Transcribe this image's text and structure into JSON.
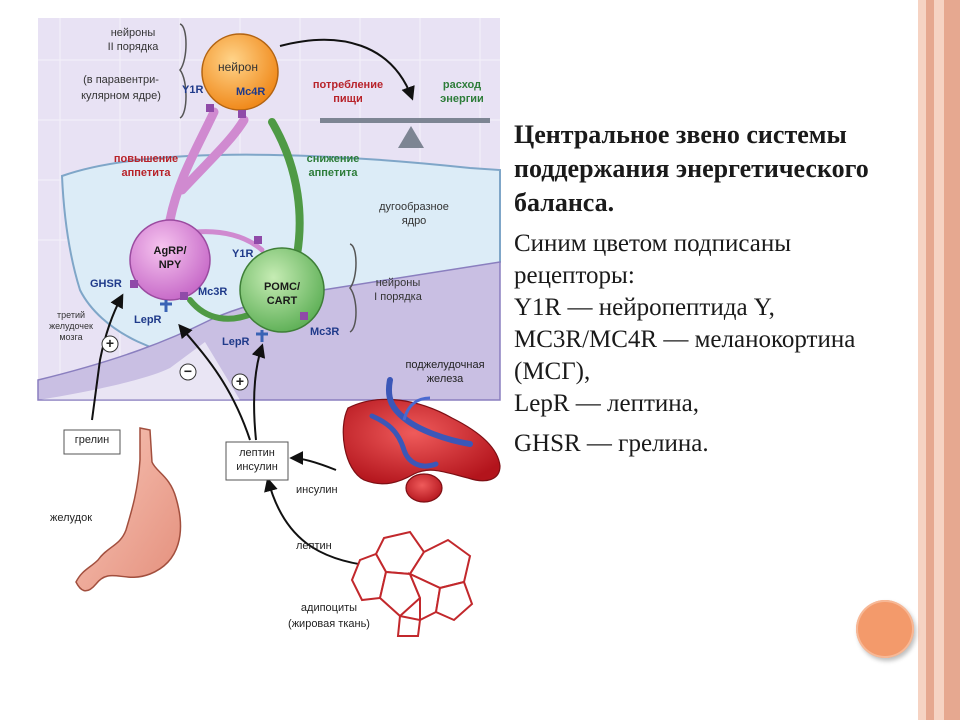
{
  "colors": {
    "stripe_dark": "#e6a890",
    "stripe_light": "#f6d3c3",
    "accent_circle": "#f39a6b",
    "diagram_bg": "#e8e2f4",
    "nucleus_fill": "#dcecf7",
    "label_red": "#b8232a",
    "label_green": "#2e7d3a",
    "label_blue": "#1f3a8a"
  },
  "slide": {
    "heading": "Центральное звено системы поддержания энергетического баланса.",
    "intro": "Синим цветом подписаны рецепторы:",
    "line_y1r": "Y1R — нейропептида Y,",
    "line_mc": "MC3R/MC4R — меланокортина (МСГ),",
    "line_lepr": "LepR — лептина,",
    "line_ghsr": "GHSR — грелина."
  },
  "diagram": {
    "neuron_top": "нейрон",
    "second_order_line1": "нейроны",
    "second_order_line2": "II порядка",
    "paraventricular_line1": "(в паравентри-",
    "paraventricular_line2": "кулярном ядре)",
    "y1r": "Y1R",
    "y1r_sub": "1",
    "mc4r": "Mc4R",
    "food_intake_line1": "потребление",
    "food_intake_line2": "пищи",
    "energy_use_line1": "расход",
    "energy_use_line2": "энергии",
    "appetite_up_line1": "повышение",
    "appetite_up_line2": "аппетита",
    "appetite_down_line1": "снижение",
    "appetite_down_line2": "аппетита",
    "arcuate_line1": "дугообразное",
    "arcuate_line2": "ядро",
    "agrp_line1": "AgRP/",
    "agrp_line2": "NPY",
    "pomc_line1": "POMC/",
    "pomc_line2": "CART",
    "first_order_line1": "нейроны",
    "first_order_line2": "I порядка",
    "ghsr": "GHSR",
    "mc3r_left": "Mc3R",
    "mc3r_right": "Mc3R",
    "lepr_left": "LepR",
    "lepr_right": "LepR",
    "third_ventricle_line1": "третий",
    "third_ventricle_line2": "желудочек",
    "third_ventricle_line3": "мозга",
    "plus": "+",
    "minus": "−",
    "ghrelin": "грелин",
    "stomach": "желудок",
    "leptin_insulin_line1": "лептин",
    "leptin_insulin_line2": "инсулин",
    "insulin": "инсулин",
    "leptin": "лептин",
    "pancreas_line1": "поджелудочная",
    "pancreas_line2": "железа",
    "adipocytes_line1": "адипоциты",
    "adipocytes_line2": "(жировая ткань)"
  }
}
